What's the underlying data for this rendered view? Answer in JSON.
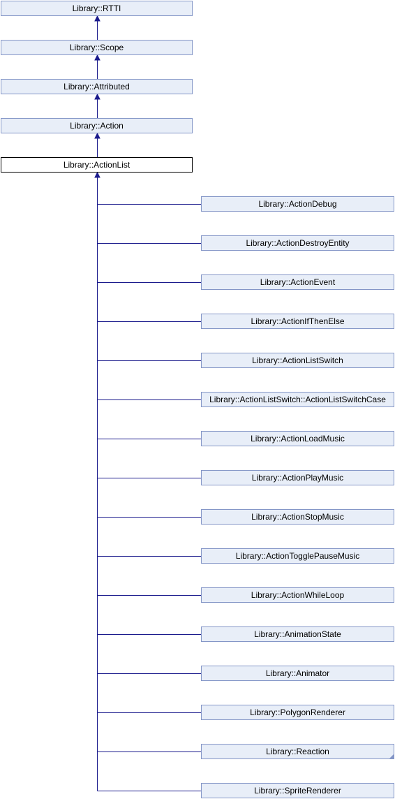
{
  "colors": {
    "node_fill": "#E8EEF8",
    "node_border": "#8496C7",
    "focus_fill": "#FFFFFF",
    "focus_border": "#000000",
    "edge": "#1A1A8C"
  },
  "ancestors": [
    {
      "label": "Library::RTTI"
    },
    {
      "label": "Library::Scope"
    },
    {
      "label": "Library::Attributed"
    },
    {
      "label": "Library::Action"
    }
  ],
  "focus": {
    "label": "Library::ActionList"
  },
  "children": [
    {
      "label": "Library::ActionDebug"
    },
    {
      "label": "Library::ActionDestroyEntity"
    },
    {
      "label": "Library::ActionEvent"
    },
    {
      "label": "Library::ActionIfThenElse"
    },
    {
      "label": "Library::ActionListSwitch"
    },
    {
      "label": "Library::ActionListSwitch::ActionListSwitchCase"
    },
    {
      "label": "Library::ActionLoadMusic"
    },
    {
      "label": "Library::ActionPlayMusic"
    },
    {
      "label": "Library::ActionStopMusic"
    },
    {
      "label": "Library::ActionTogglePauseMusic"
    },
    {
      "label": "Library::ActionWhileLoop"
    },
    {
      "label": "Library::AnimationState"
    },
    {
      "label": "Library::Animator"
    },
    {
      "label": "Library::PolygonRenderer"
    },
    {
      "label": "Library::Reaction",
      "has_more": true
    },
    {
      "label": "Library::SpriteRenderer"
    }
  ]
}
